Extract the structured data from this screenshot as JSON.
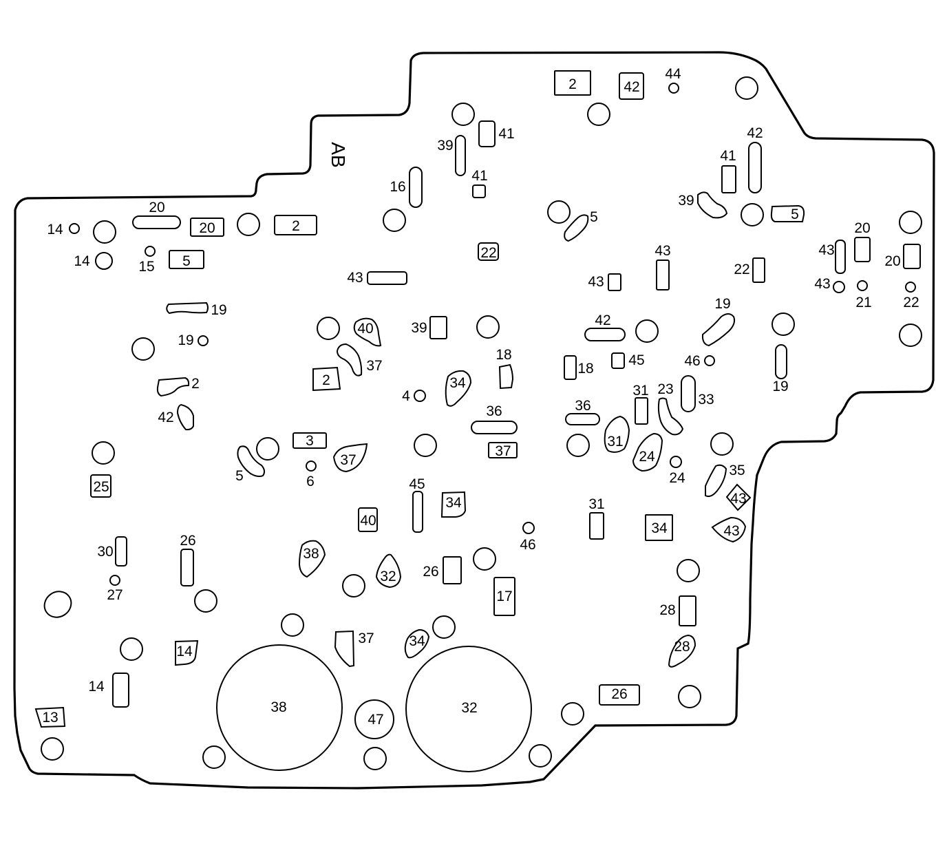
{
  "plate": {
    "id_mark": "AB"
  },
  "labels": [
    {
      "id": "l20a",
      "text": "20"
    },
    {
      "id": "l20b",
      "text": "20"
    },
    {
      "id": "l2a",
      "text": "2"
    },
    {
      "id": "l14a",
      "text": "14"
    },
    {
      "id": "l14b",
      "text": "14"
    },
    {
      "id": "l15",
      "text": "15"
    },
    {
      "id": "l5a",
      "text": "5"
    },
    {
      "id": "l19a",
      "text": "19"
    },
    {
      "id": "l19b",
      "text": "19"
    },
    {
      "id": "l2b",
      "text": "2"
    },
    {
      "id": "l42a",
      "text": "42"
    },
    {
      "id": "l25",
      "text": "25"
    },
    {
      "id": "l5b",
      "text": "5"
    },
    {
      "id": "l3",
      "text": "3"
    },
    {
      "id": "l6",
      "text": "6"
    },
    {
      "id": "l30",
      "text": "30"
    },
    {
      "id": "l27",
      "text": "27"
    },
    {
      "id": "l26a",
      "text": "26"
    },
    {
      "id": "l14c",
      "text": "14"
    },
    {
      "id": "l14d",
      "text": "14"
    },
    {
      "id": "l13",
      "text": "13"
    },
    {
      "id": "l40a",
      "text": "40"
    },
    {
      "id": "l37a",
      "text": "37"
    },
    {
      "id": "l2c",
      "text": "2"
    },
    {
      "id": "l37b",
      "text": "37"
    },
    {
      "id": "l38a",
      "text": "38"
    },
    {
      "id": "l40b",
      "text": "40"
    },
    {
      "id": "l45a",
      "text": "45"
    },
    {
      "id": "l34a",
      "text": "34"
    },
    {
      "id": "l32a",
      "text": "32"
    },
    {
      "id": "l26b",
      "text": "26"
    },
    {
      "id": "l37c",
      "text": "37"
    },
    {
      "id": "l34b",
      "text": "34"
    },
    {
      "id": "l38b",
      "text": "38"
    },
    {
      "id": "l47",
      "text": "47"
    },
    {
      "id": "l32b",
      "text": "32"
    },
    {
      "id": "l2d",
      "text": "2"
    },
    {
      "id": "l42b",
      "text": "42"
    },
    {
      "id": "l44",
      "text": "44"
    },
    {
      "id": "l41a",
      "text": "41"
    },
    {
      "id": "l39a",
      "text": "39"
    },
    {
      "id": "l41b",
      "text": "41"
    },
    {
      "id": "l16",
      "text": "16"
    },
    {
      "id": "l22a",
      "text": "22"
    },
    {
      "id": "l43a",
      "text": "43"
    },
    {
      "id": "l39b",
      "text": "39"
    },
    {
      "id": "l34c",
      "text": "34"
    },
    {
      "id": "l4",
      "text": "4"
    },
    {
      "id": "l18a",
      "text": "18"
    },
    {
      "id": "l36a",
      "text": "36"
    },
    {
      "id": "l37d",
      "text": "37"
    },
    {
      "id": "l46a",
      "text": "46"
    },
    {
      "id": "l17",
      "text": "17"
    },
    {
      "id": "l5c",
      "text": "5"
    },
    {
      "id": "l43b",
      "text": "43"
    },
    {
      "id": "l43c",
      "text": "43"
    },
    {
      "id": "l42c",
      "text": "42"
    },
    {
      "id": "l18b",
      "text": "18"
    },
    {
      "id": "l45b",
      "text": "45"
    },
    {
      "id": "l36b",
      "text": "36"
    },
    {
      "id": "l31a",
      "text": "31"
    },
    {
      "id": "l31b",
      "text": "31"
    },
    {
      "id": "l23",
      "text": "23"
    },
    {
      "id": "l24a",
      "text": "24"
    },
    {
      "id": "l24b",
      "text": "24"
    },
    {
      "id": "l31c",
      "text": "31"
    },
    {
      "id": "l34d",
      "text": "34"
    },
    {
      "id": "l28a",
      "text": "28"
    },
    {
      "id": "l28b",
      "text": "28"
    },
    {
      "id": "l26c",
      "text": "26"
    },
    {
      "id": "l42d",
      "text": "42"
    },
    {
      "id": "l41c",
      "text": "41"
    },
    {
      "id": "l39c",
      "text": "39"
    },
    {
      "id": "l5d",
      "text": "5"
    },
    {
      "id": "l22b",
      "text": "22"
    },
    {
      "id": "l19c",
      "text": "19"
    },
    {
      "id": "l46b",
      "text": "46"
    },
    {
      "id": "l33",
      "text": "33"
    },
    {
      "id": "l19d",
      "text": "19"
    },
    {
      "id": "l35",
      "text": "35"
    },
    {
      "id": "l43d",
      "text": "43"
    },
    {
      "id": "l43e",
      "text": "43"
    },
    {
      "id": "l20c",
      "text": "20"
    },
    {
      "id": "l20d",
      "text": "20"
    },
    {
      "id": "l43f",
      "text": "43"
    },
    {
      "id": "l43g",
      "text": "43"
    },
    {
      "id": "l21",
      "text": "21"
    },
    {
      "id": "l22c",
      "text": "22"
    }
  ]
}
